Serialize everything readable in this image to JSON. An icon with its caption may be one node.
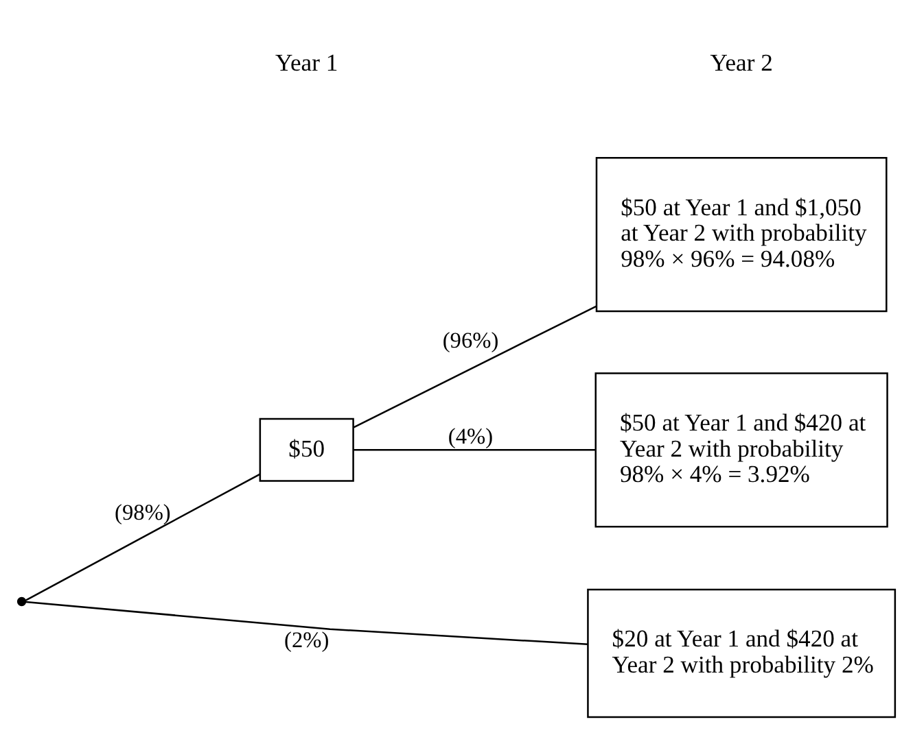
{
  "diagram": {
    "nodes": [
      {
        "text": [],
        "shape": "point"
      },
      {
        "text": [
          "$50"
        ]
      },
      {
        "text": [
          "$50 at Year 1 and $1,050 at Year 2 with probability 98% × 96% = 94.08%"
        ]
      },
      {
        "text": [
          "$50 at Year 1 and $420 at Year 2 with probability 98% × 4% = 3.92%"
        ]
      },
      {
        "text": [
          "$20 at Year 1 and $420 at Year 2 with probability 2%"
        ]
      }
    ],
    "edges": [
      {
        "from": 0,
        "to": 1,
        "arrow": "none",
        "label": "(98%)"
      },
      {
        "from": 1,
        "to": 2,
        "arrow": "none",
        "label": "(96%)"
      },
      {
        "from": 1,
        "to": 3,
        "arrow": "none",
        "label": "(4%)"
      },
      {
        "from": 0,
        "to": 4,
        "arrow": "none",
        "label": "(2%)"
      }
    ],
    "labels": [
      "Year 1",
      "Year 2"
    ]
  }
}
